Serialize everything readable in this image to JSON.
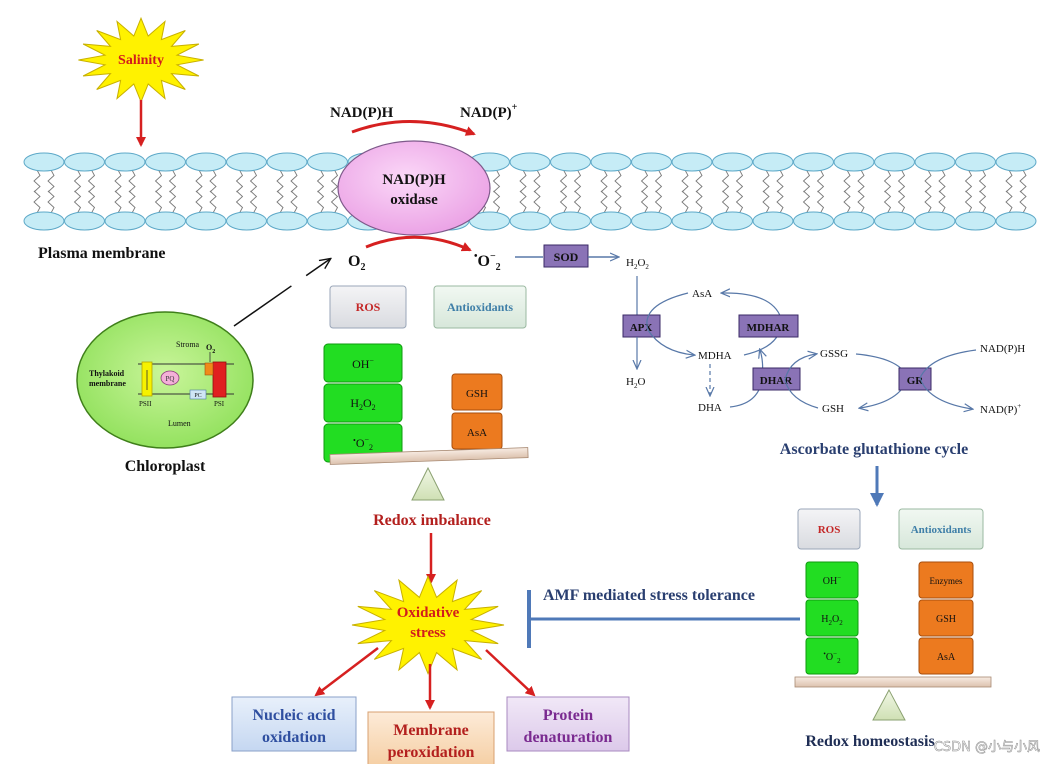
{
  "colors": {
    "membrane_head": "#c6ecf6",
    "membrane_stroke": "#5ea9c8",
    "red_arrow": "#d62020",
    "blue_arrow": "#4f79b8",
    "star_fill": "#fff200",
    "oxidase_fill": "#f3b6ef",
    "green_block": "#22dd22",
    "orange_block": "#ec7a1f",
    "purple_box": "#8a73b6",
    "redox_text": "#b3201e",
    "outcome_blue": "#2f4fa0",
    "outcome_red": "#b3201e",
    "outcome_purple": "#7a2a90",
    "salinity_text": "#d21c1c"
  },
  "stress": {
    "salinity": "Salinity",
    "oxidative_line1": "Oxidative",
    "oxidative_line2": "stress"
  },
  "membrane": {
    "label": "Plasma membrane",
    "nadph": "NAD(P)H",
    "nadp_plus": "NAD(P)",
    "plus": "+",
    "oxidase_line1": "NAD(P)H",
    "oxidase_line2": "oxidase",
    "o2": "O",
    "o2_sub": "2",
    "superoxide_dot": "•",
    "superoxide_o": "O",
    "superoxide_sup": "−",
    "superoxide_sub": "2"
  },
  "chloroplast": {
    "label": "Chloroplast",
    "stroma": "Stroma",
    "lumen": "Lumen",
    "thylakoid_line1": "Thylakoid",
    "thylakoid_line2": "membrane",
    "psii": "PSII",
    "psi": "PSI",
    "pq": "PQ",
    "pc": "PC",
    "o2": "O",
    "o2_sub": "2"
  },
  "balance_left": {
    "ros": "ROS",
    "antioxidants": "Antioxidants",
    "oh": "OH",
    "oh_sup": "−",
    "h2o2_h": "H",
    "h2o2_sub1": "2",
    "h2o2_o": "O",
    "h2o2_sub2": "2",
    "sup_dot": "•",
    "sup_o": "O",
    "sup_sup": "−",
    "sup_sub": "2",
    "gsh": "GSH",
    "asa": "AsA",
    "caption": "Redox imbalance"
  },
  "cycle": {
    "sod": "SOD",
    "h2o2_h": "H",
    "h2o2_sub1": "2",
    "h2o2_o": "O",
    "h2o2_sub2": "2",
    "asa": "AsA",
    "apx": "APX",
    "mdhar": "MDHAR",
    "mdha": "MDHA",
    "h2o_h": "H",
    "h2o_sub": "2",
    "h2o_o": "O",
    "dha": "DHA",
    "dhar": "DHAR",
    "gssg": "GSSG",
    "gsh": "GSH",
    "gr": "GR",
    "nadph": "NAD(P)H",
    "nadp": "NAD(P)",
    "nadp_sup": "+",
    "title": "Ascorbate glutathione cycle"
  },
  "amf": {
    "label": "AMF mediated stress tolerance"
  },
  "balance_right": {
    "ros": "ROS",
    "antioxidants": "Antioxidants",
    "oh": "OH",
    "oh_sup": "−",
    "h2o2_h": "H",
    "h2o2_sub1": "2",
    "h2o2_o": "O",
    "h2o2_sub2": "2",
    "sup_dot": "•",
    "sup_o": "O",
    "sup_sup": "−",
    "sup_sub": "2",
    "enzymes": "Enzymes",
    "gsh": "GSH",
    "asa": "AsA",
    "caption": "Redox homeostasis"
  },
  "outcomes": {
    "nucleic_line1": "Nucleic acid",
    "nucleic_line2": "oxidation",
    "membrane_line1": "Membrane",
    "membrane_line2": "peroxidation",
    "protein_line1": "Protein",
    "protein_line2": "denaturation"
  },
  "watermark": "CSDN @小与小风"
}
